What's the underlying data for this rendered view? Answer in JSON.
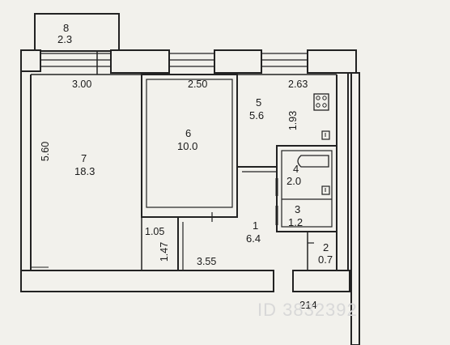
{
  "rooms": [
    {
      "number": "8",
      "area": "2.3"
    },
    {
      "number": "7",
      "area": "18.3"
    },
    {
      "number": "6",
      "area": "10.0"
    },
    {
      "number": "5",
      "area": "5.6"
    },
    {
      "number": "4",
      "area": "2.0"
    },
    {
      "number": "3",
      "area": "1.2"
    },
    {
      "number": "1",
      "area": "6.4"
    },
    {
      "number": "2",
      "area": "0.7"
    }
  ],
  "dimensions": {
    "top_left": "3.00",
    "top_mid": "2.50",
    "top_right": "2.63",
    "left_height": "5.60",
    "room5_height": "1.93",
    "corridor_width": "1.05",
    "corridor_height": "1.47",
    "hall_width": "3.55",
    "bottom": "214"
  },
  "watermark": "ID 3832392"
}
